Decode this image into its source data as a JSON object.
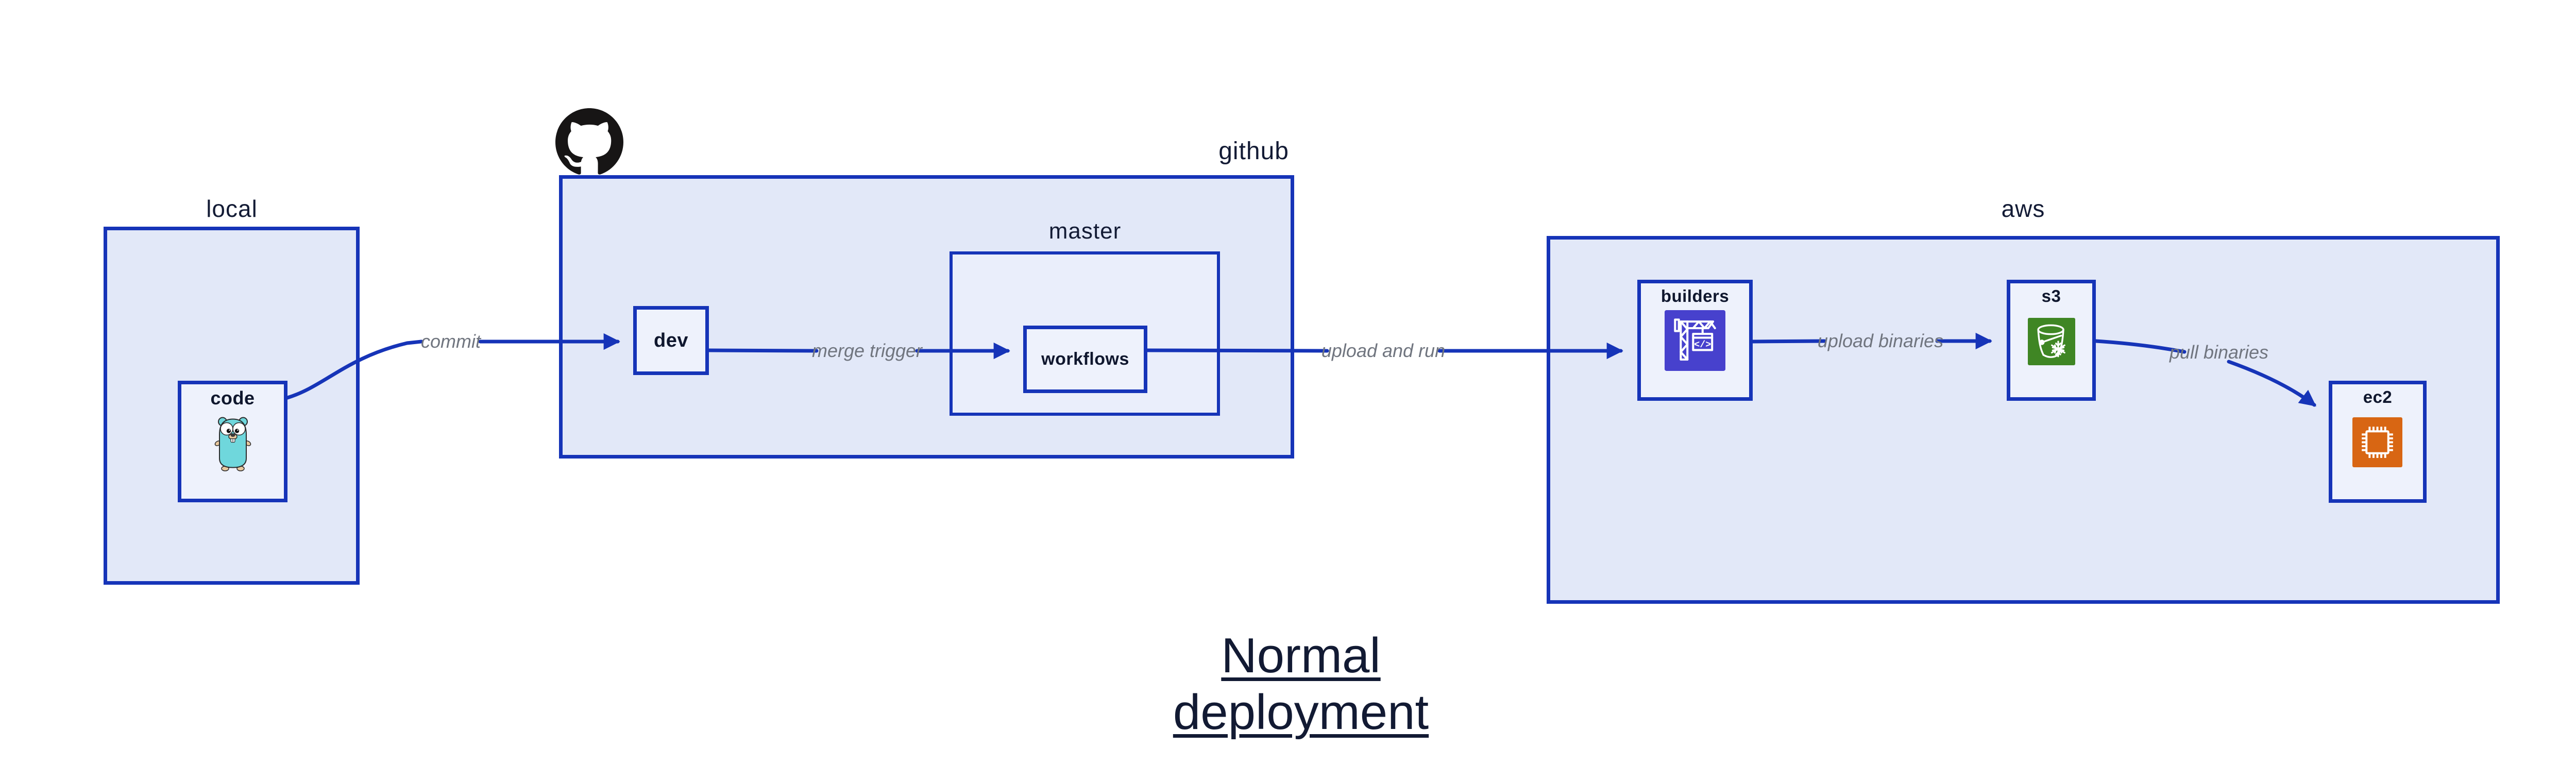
{
  "title": {
    "text": "Normal deployment"
  },
  "colors": {
    "accent_blue": "#1634b8",
    "group_fill": "#e2e8f8",
    "subgroup_fill": "#eaeefb",
    "node_fill": "#eef2fc",
    "label_navy": "#131b35",
    "edge_label_gray": "#70757f",
    "codebuild_purple": "#4741cd",
    "s3_green": "#3f8624",
    "ec2_orange": "#d86613",
    "octocat_black": "#171515",
    "gopher_teal": "#6fd7dc"
  },
  "groups": {
    "local": {
      "label": "local"
    },
    "github": {
      "label": "github"
    },
    "master": {
      "label": "master"
    },
    "aws": {
      "label": "aws"
    }
  },
  "nodes": {
    "code": {
      "label": "code",
      "icon": "go-gopher-icon"
    },
    "dev": {
      "label": "dev"
    },
    "workflows": {
      "label": "workflows"
    },
    "builders": {
      "label": "builders",
      "icon": "codebuild-crane-icon",
      "glyph": "</>"
    },
    "s3": {
      "label": "s3",
      "icon": "s3-glacier-bucket-icon"
    },
    "ec2": {
      "label": "ec2",
      "icon": "ec2-chip-icon"
    }
  },
  "edges": [
    {
      "from": "code",
      "to": "dev",
      "label": "commit"
    },
    {
      "from": "dev",
      "to": "workflows",
      "label": "merge trigger"
    },
    {
      "from": "workflows",
      "to": "builders",
      "label": "upload and run"
    },
    {
      "from": "builders",
      "to": "s3",
      "label": "upload binaries"
    },
    {
      "from": "s3",
      "to": "ec2",
      "label": "pull binaries"
    }
  ]
}
